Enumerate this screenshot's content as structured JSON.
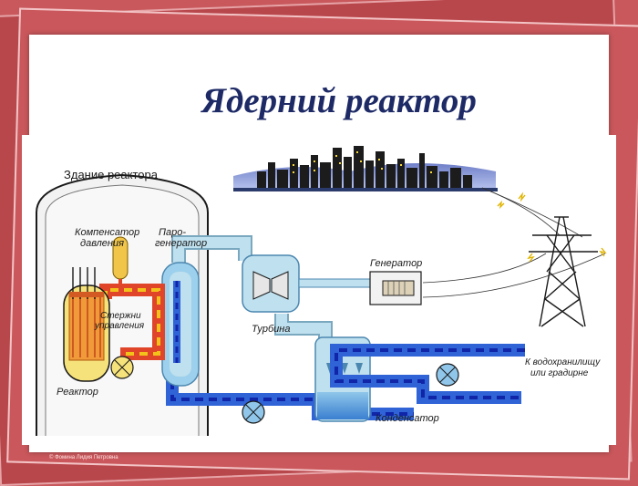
{
  "slide": {
    "title": "Ядерний реактор",
    "copyright": "© Фомина Лидия Петровна"
  },
  "diagram": {
    "labels": {
      "reactor_building": "Здание реактора",
      "pressurizer": [
        "Компенсатор",
        "давления"
      ],
      "steam_generator": [
        "Паро-",
        "генератор"
      ],
      "control_rods": [
        "Стержни",
        "управления"
      ],
      "reactor": "Реактор",
      "turbine": "Турбина",
      "generator": "Генератор",
      "condenser": "Конденсатор",
      "to_reservoir": [
        "К водохранилищу",
        "или градирне"
      ]
    },
    "colors": {
      "hot_loop": "#e0452a",
      "hot_dash": "#f2c21a",
      "cold_loop": "#2f63d6",
      "cold_dash": "#1025a8",
      "steam": "#bfe0ee",
      "building": "#f2f2f2",
      "core": "#f6e27a"
    }
  }
}
